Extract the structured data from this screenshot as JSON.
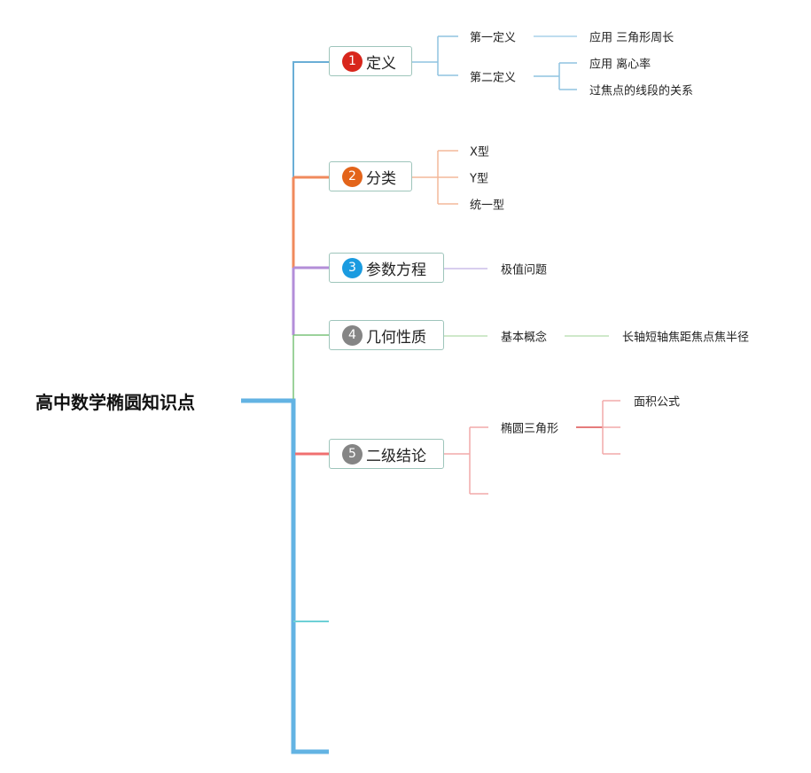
{
  "root": {
    "title": "高中数学椭圆知识点"
  },
  "branches": [
    {
      "num": "1",
      "label": "定义",
      "color": "#d8261c",
      "children": [
        {
          "label": "第一定义",
          "children": [
            "应用 三角形周长"
          ]
        },
        {
          "label": "第二定义",
          "children": [
            "应用 离心率",
            "过焦点的线段的关系"
          ]
        }
      ]
    },
    {
      "num": "2",
      "label": "分类",
      "color": "#e3641a",
      "children": [
        {
          "label": "X型"
        },
        {
          "label": "Y型"
        },
        {
          "label": "统一型"
        }
      ]
    },
    {
      "num": "3",
      "label": "参数方程",
      "color": "#1a9be0",
      "children": [
        {
          "label": "极值问题"
        }
      ]
    },
    {
      "num": "4",
      "label": "几何性质",
      "color": "#858585",
      "children": [
        {
          "label": "基本概念",
          "children": [
            "长轴短轴焦距焦点焦半径"
          ]
        }
      ]
    },
    {
      "num": "5",
      "label": "二级结论",
      "color": "#858585",
      "children": [
        {
          "label": "椭圆三角形",
          "children": [
            "面积公式"
          ]
        }
      ]
    }
  ]
}
